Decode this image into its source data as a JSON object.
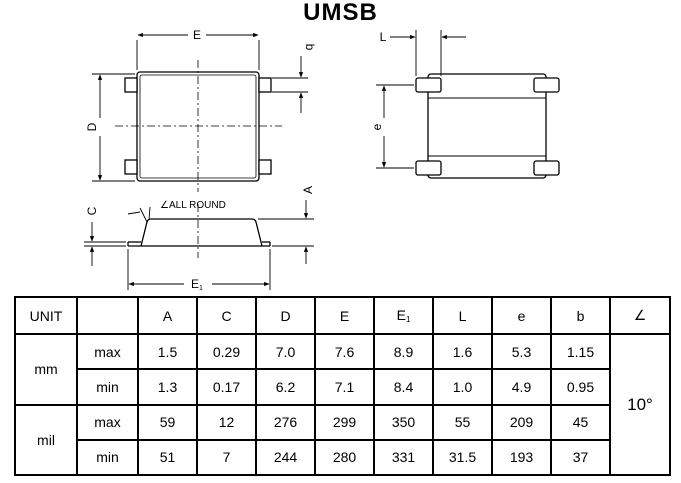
{
  "title": "UMSB",
  "drawing": {
    "labels": {
      "E": "E",
      "b": "b",
      "D": "D",
      "L": "L",
      "e": "e",
      "C": "C",
      "A": "A",
      "all_round": "∠ALL ROUND",
      "E1_main": "E",
      "E1_sub": "1"
    }
  },
  "table": {
    "unit_header": "UNIT",
    "columns": [
      "A",
      "C",
      "D",
      "E",
      "E1",
      "L",
      "e",
      "b",
      "∠"
    ],
    "e1_main": "E",
    "e1_sub": "1",
    "groups": [
      {
        "unit": "mm",
        "rows": [
          {
            "type": "max",
            "values": [
              "1.5",
              "0.29",
              "7.0",
              "7.6",
              "8.9",
              "1.6",
              "5.3",
              "1.15"
            ]
          },
          {
            "type": "min",
            "values": [
              "1.3",
              "0.17",
              "6.2",
              "7.1",
              "8.4",
              "1.0",
              "4.9",
              "0.95"
            ]
          }
        ]
      },
      {
        "unit": "mil",
        "rows": [
          {
            "type": "max",
            "values": [
              "59",
              "12",
              "276",
              "299",
              "350",
              "55",
              "209",
              "45"
            ]
          },
          {
            "type": "min",
            "values": [
              "51",
              "7",
              "244",
              "280",
              "331",
              "31.5",
              "193",
              "37"
            ]
          }
        ]
      }
    ],
    "angle_value": "10°"
  }
}
